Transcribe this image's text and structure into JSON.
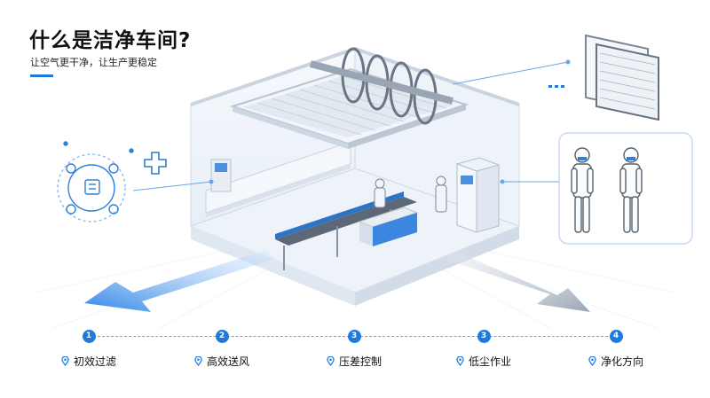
{
  "header": {
    "title": "什么是洁净车间?",
    "subtitle": "让空气更干净，让生产更稳定"
  },
  "steps": [
    {
      "num": "1",
      "label": "初效过滤"
    },
    {
      "num": "2",
      "label": "高效送风"
    },
    {
      "num": "3",
      "label": "压差控制"
    },
    {
      "num": "3",
      "label": "低尘作业"
    },
    {
      "num": "4",
      "label": "净化方向"
    }
  ],
  "colors": {
    "accent": "#1f7ae0",
    "line": "#6aa4e8",
    "floor": "#eef3f9"
  },
  "icons": [
    "filter-panels-icon",
    "cleanroom-worker-icon",
    "process-cycle-icon",
    "medical-cross-icon",
    "location-pin-icon"
  ]
}
